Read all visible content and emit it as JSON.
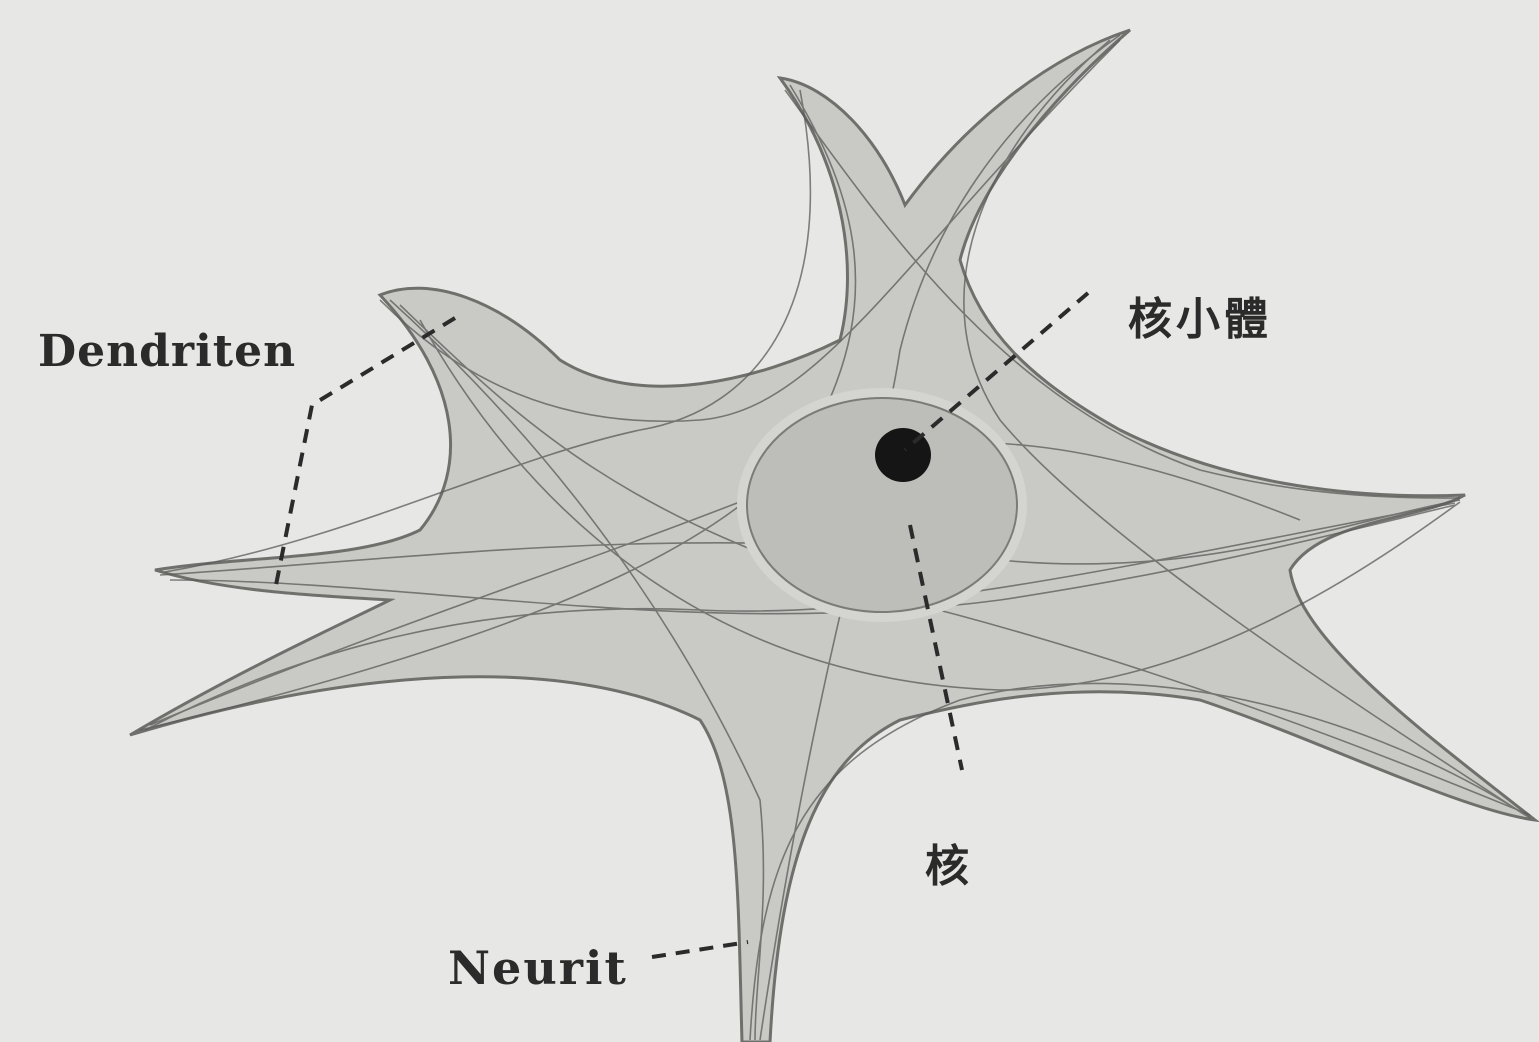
{
  "labels": {
    "dendrites": "Dendriten",
    "neurite": "Neurit",
    "nucleolus": "核小體",
    "nucleus": "核"
  },
  "colors": {
    "background": "#e7e7e5",
    "cell_body": "#c9c9c6",
    "fibrils": "#555555",
    "nucleus": "#bdbdba",
    "nucleolus": "#151515",
    "ink": "#2b2b2b"
  }
}
